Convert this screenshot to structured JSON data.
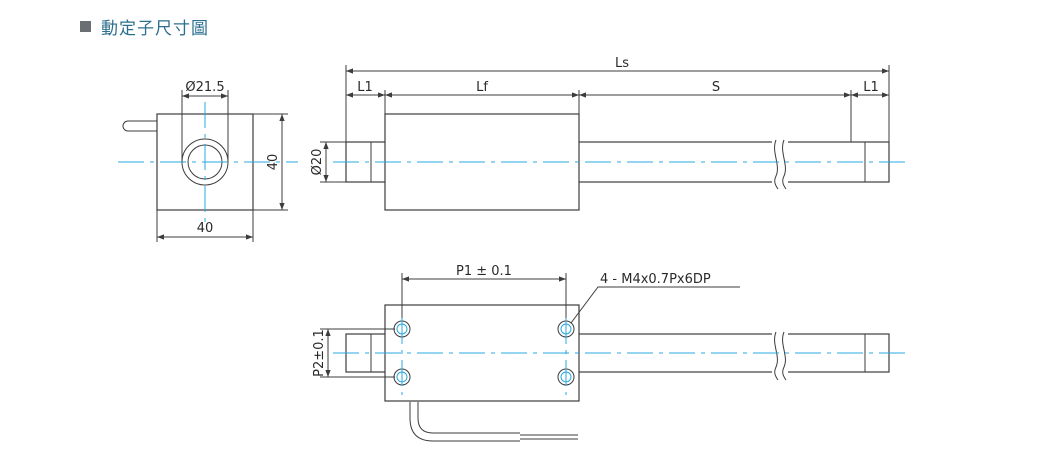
{
  "header": {
    "title": "動定子尺寸圖"
  },
  "labels": {
    "dia_21_5": "Ø21.5",
    "side_40_v": "40",
    "side_40_h": "40",
    "ls": "Ls",
    "l1_left": "L1",
    "lf": "Lf",
    "s": "S",
    "l1_right": "L1",
    "dia_20": "Ø20",
    "p1": "P1 ± 0.1",
    "thread": "4 - M4x0.7Px6DP",
    "p2": "P2±0.1"
  },
  "colors": {
    "centerline": "#29a8e0",
    "outline": "#3c3c3c",
    "title": "#2c6f8e"
  }
}
